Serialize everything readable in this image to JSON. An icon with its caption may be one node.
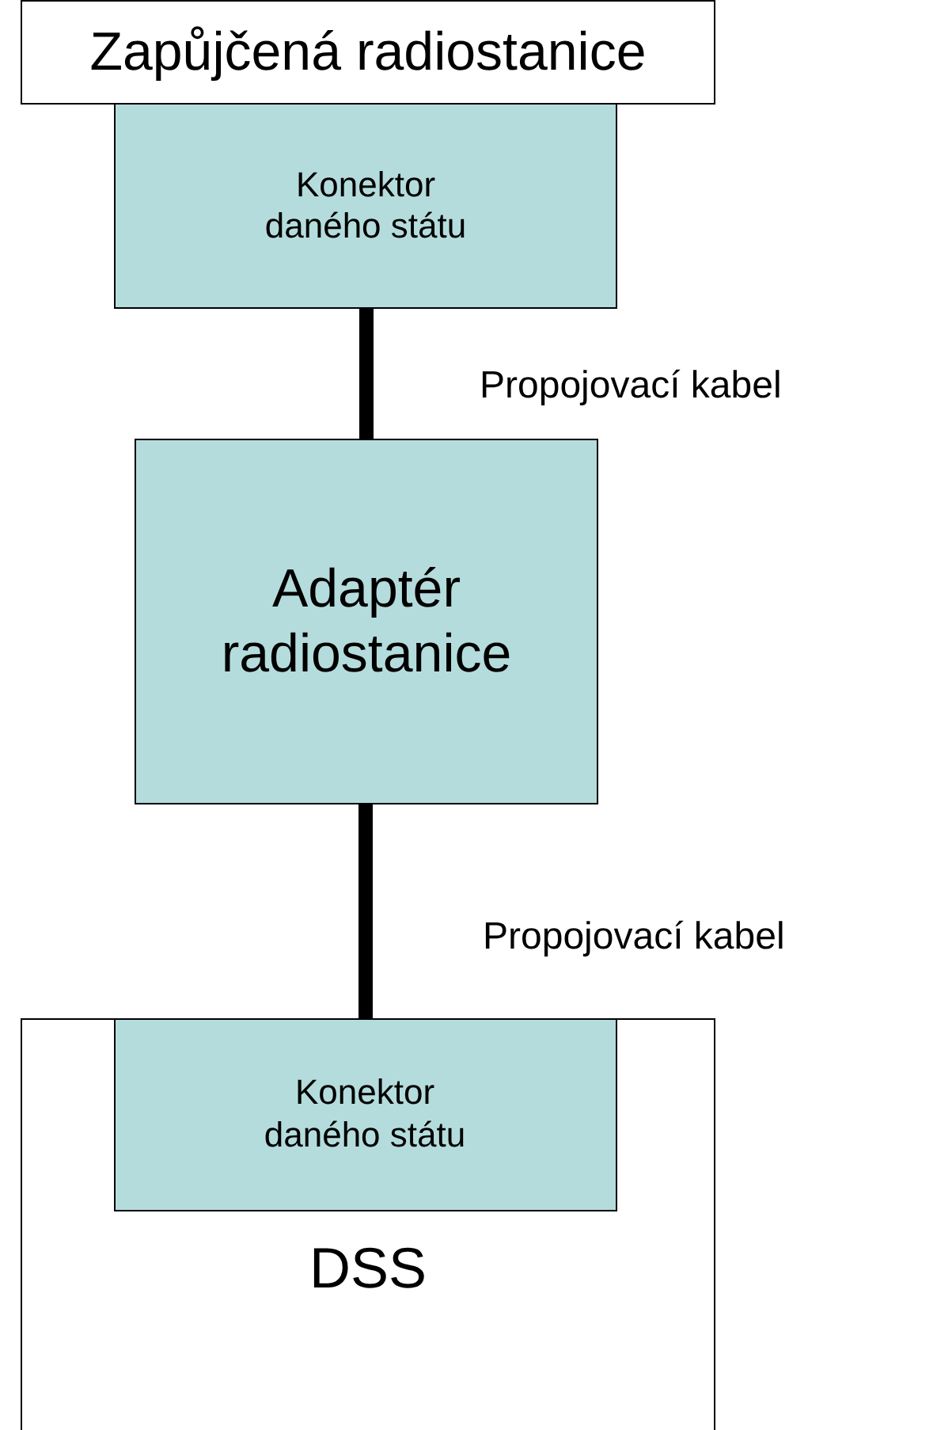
{
  "diagram": {
    "nodes": [
      {
        "text": [
          "Zapůjčená radiostanice"
        ]
      },
      {
        "text": [
          "Konektor daného státu"
        ]
      },
      {
        "text": [
          "Adaptér radiostanice"
        ]
      },
      {
        "text": [
          "DSS"
        ]
      },
      {
        "text": [
          "Konektor daného státu"
        ],
        "in": 3
      }
    ],
    "edges": [
      {
        "from": 1,
        "to": 2,
        "arrow": "none",
        "label": "Propojovací kabel"
      },
      {
        "from": 2,
        "to": 4,
        "arrow": "none",
        "label": "Propojovací kabel"
      }
    ]
  }
}
